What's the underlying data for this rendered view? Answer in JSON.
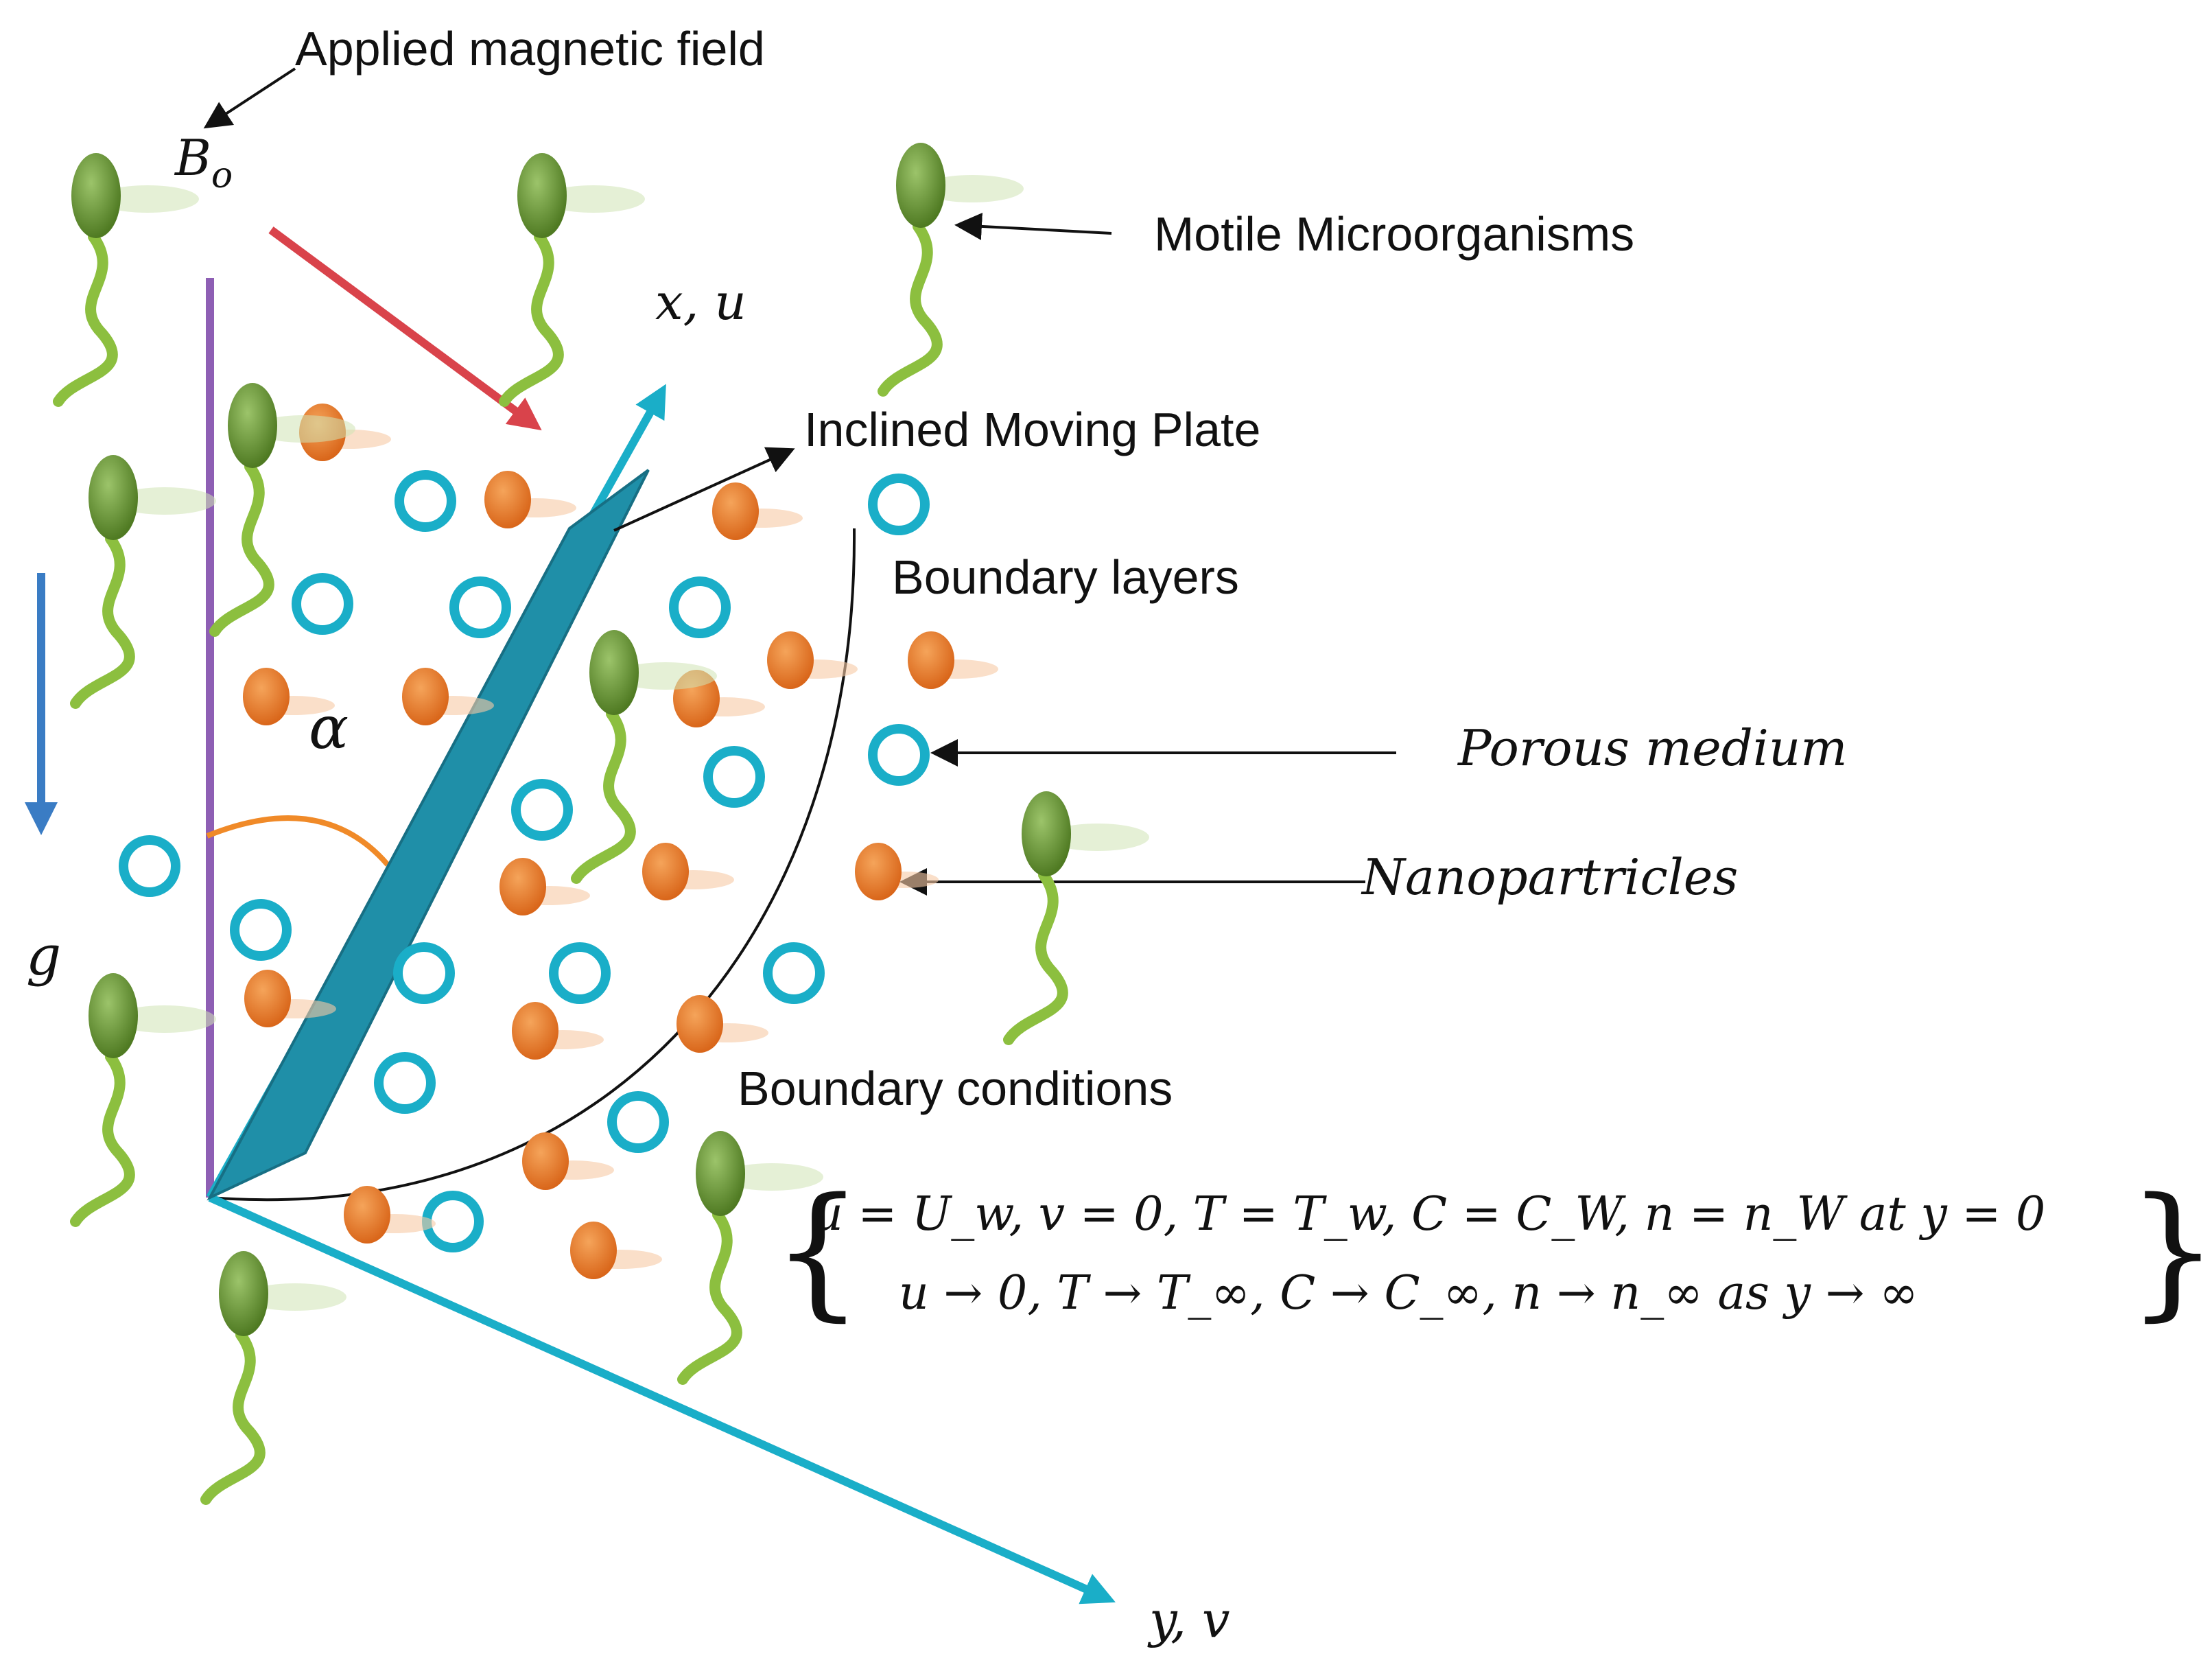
{
  "labels": {
    "magnetic_field": "Applied magnetic field",
    "b0": "B",
    "b0_sub": "o",
    "microorganisms": "Motile Microorganisms",
    "x_axis": "x, u",
    "plate": "Inclined Moving Plate",
    "boundary_layers": "Boundary layers",
    "porous": "Porous medium",
    "nanoparticles": "Nanopartricles",
    "alpha": "α",
    "gravity": "g",
    "boundary_conditions": "Boundary conditions",
    "y_axis": "y, v"
  },
  "equations": {
    "line1": "u = U_w, v = 0, T = T_w, C = C_W, n = n_W at y = 0",
    "line2": "u → 0, T → T_∞, C → C_∞, n → n_∞ as y → ∞"
  },
  "colors": {
    "wall": "#8e5fb4",
    "plate": "#1f8fa8",
    "axis": "#1aaec8",
    "field_arrow": "#d9434b",
    "gravity_arrow": "#3a7cc4",
    "angle_arc": "#f08a28",
    "nanoparticle": "#e87722",
    "pore": "#1aaec8",
    "organism_head": "#5f8f2c",
    "organism_tail": "#8cbf3f"
  },
  "icons": [
    "microorganism-icon",
    "nanoparticle-icon",
    "pore-icon"
  ]
}
